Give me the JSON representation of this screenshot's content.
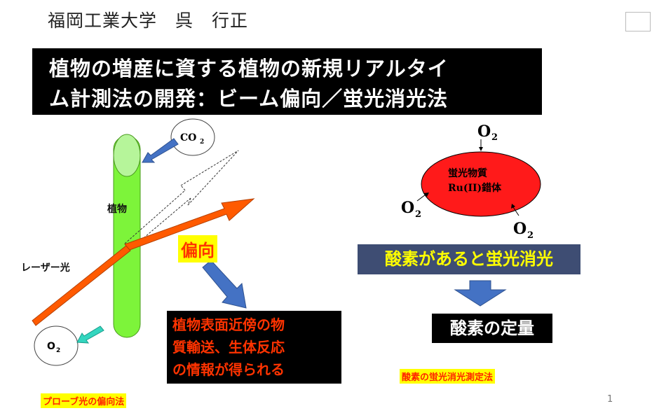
{
  "header": {
    "author": "福岡工業大学　呉　行正"
  },
  "title": {
    "line1": "植物の増産に資する植物の新規リアルタイ",
    "line2": "ム計測法の開発：ビーム偏向／蛍光消光法"
  },
  "left_diagram": {
    "co2_label": "CO",
    "co2_sub": "2",
    "o2_label": "O",
    "o2_sub": "2",
    "plant_label": "植物",
    "laser_label": "レーザー光",
    "deflection_label": "偏向",
    "info_lines": [
      "植物表面近傍の物",
      "質輸送、生体反応",
      "の情報が得られる"
    ],
    "caption": "プローブ光の偏向法"
  },
  "right_diagram": {
    "o2_symbol": "O",
    "o2_sub": "2",
    "ellipse_line1": "蛍光物質",
    "ellipse_line2": "Ru(II)錯体",
    "quench_text": "酸素があると蛍光消光",
    "quant_text": "酸素の定量",
    "caption": "酸素の蛍光消光測定法"
  },
  "page_number": "1",
  "colors": {
    "plant_green": "#7df43a",
    "laser_orange": "#ff5a00",
    "arrow_blue": "#4472c4",
    "ellipse_red": "#ff1a1a",
    "highlight_yellow": "#ffff00",
    "quench_box": "#3e4d73",
    "o2_arrow_teal": "#33d6bf"
  }
}
